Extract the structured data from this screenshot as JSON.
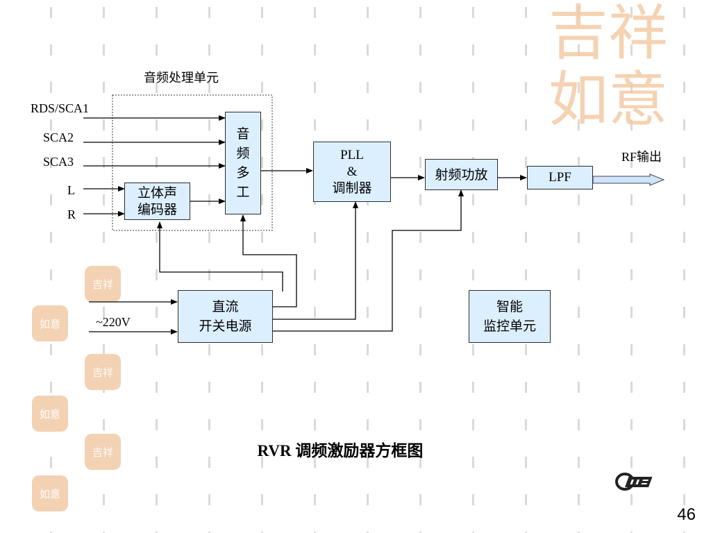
{
  "diagram": {
    "group_label": "音频处理单元",
    "inputs": {
      "rds": "RDS/SCA1",
      "sca2": "SCA2",
      "sca3": "SCA3",
      "left": "L",
      "right": "R",
      "ac": "~220V"
    },
    "blocks": {
      "audio_mux": "音\n频\n多\n工",
      "stereo_encoder": "立体声\n编码器",
      "pll_modulator": "PLL\n&\n调制器",
      "rf_amp": "射频功放",
      "lpf": "LPF",
      "power_supply": "直流\n开关电源",
      "monitor": "智能\n监控单元"
    },
    "output_label": "RF输出"
  },
  "caption": "RVR 调频激励器方框图",
  "page_number": "46",
  "decor": {
    "seal_text": "吉祥如意",
    "logo_icon": "cme-logo-icon",
    "accent_color": "#f3c8a0",
    "box_fill": "#dcefff"
  }
}
